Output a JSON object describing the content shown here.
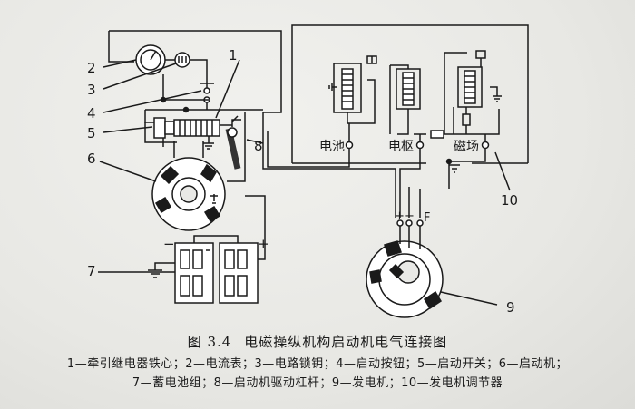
{
  "figure": {
    "number": "图 3.4",
    "title": "电磁操纵机构启动机电气连接图",
    "legend_line1": "1—牵引继电器铁心；2—电流表；3—电路锁钥；4—启动按钮；5—启动开关；6—启动机；",
    "legend_line2": "7—蓄电池组；8—启动机驱动杠杆；9—发电机；10—发电机调节器"
  },
  "callouts": [
    "1",
    "2",
    "3",
    "4",
    "5",
    "6",
    "7",
    "8",
    "9",
    "10"
  ],
  "regulator_labels": {
    "battery": "电池",
    "armature": "电枢",
    "field": "磁场"
  },
  "generator_terminals": {
    "plus": "+",
    "minus": "−",
    "field": "F"
  },
  "battery_polarity": {
    "minus": "−",
    "plus": "+"
  }
}
